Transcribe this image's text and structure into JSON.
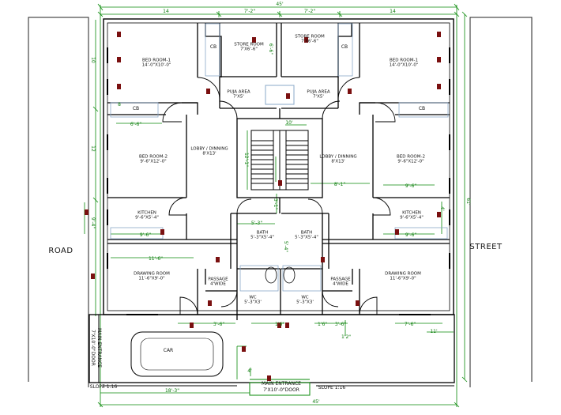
{
  "rooms": {
    "bed1_left": {
      "name": "BED ROOM-1",
      "size": "14'-0\"X10'-0\""
    },
    "bed1_right": {
      "name": "BED ROOM-1",
      "size": "14'-0\"X10'-0\""
    },
    "store_left": {
      "name": "STORE ROOM",
      "size": "7'X6'-6\""
    },
    "store_right": {
      "name": "STORE ROOM",
      "size": "7'X6'-6\""
    },
    "puja_left": {
      "name": "PUJA AREA",
      "size": "7'X5'"
    },
    "puja_right": {
      "name": "PUJA AREA",
      "size": "7'X5'"
    },
    "lobby_left": {
      "name": "LOBBY / DINNING",
      "size": "8'X13'"
    },
    "lobby_right": {
      "name": "LOBBY / DINNING",
      "size": "8'X13'"
    },
    "bed2_left": {
      "name": "BED ROOM-2",
      "size": "9'-6\"X12'-0\""
    },
    "bed2_right": {
      "name": "BED ROOM-2",
      "size": "9'-6\"X12'-0\""
    },
    "kitchen_left": {
      "name": "KITCHEN",
      "size": "9'-6\"X5'-4\""
    },
    "kitchen_right": {
      "name": "KITCHEN",
      "size": "9'-6\"X5'-4\""
    },
    "bath_left": {
      "name": "BATH",
      "size": "5'-3\"X5'-4\""
    },
    "bath_right": {
      "name": "BATH",
      "size": "5'-3\"X5'-4\""
    },
    "drawing_left": {
      "name": "DRAWING ROOM",
      "size": "11'-6\"X9'-0\""
    },
    "drawing_right": {
      "name": "DRAWING ROOM",
      "size": "11'-6\"X9'-0\""
    },
    "passage_left": {
      "name": "PASSAGE",
      "size": "4'WIDE"
    },
    "passage_right": {
      "name": "PASSAGE",
      "size": "4'WIDE"
    },
    "wc_left": {
      "name": "WC",
      "size": "5'-3\"X3'"
    },
    "wc_right": {
      "name": "WC",
      "size": "5'-3\"X3'"
    }
  },
  "labels": {
    "cb": "CB",
    "car": "CAR",
    "road": "ROAD",
    "street": "STREET",
    "main_entrance": "MAIN ENTRANCE",
    "main_entrance_door": "7'X10'-0\"DOOR",
    "side_entrance": "MAIN ENTRANCE",
    "side_entrance_door": "7'X10'-0\"DOOR",
    "slope_left": "SLOPE 1:16",
    "slope_right": "SLOPE 1:16"
  },
  "dims": {
    "top_total": "45'",
    "bottom_total": "45'",
    "top_14_left": "14",
    "top_7_left": "7'-2\"",
    "top_7_right": "7'-2\"",
    "top_14_right": "14",
    "right_total": "61'",
    "left_10": "10",
    "left_8": "8",
    "left_12": "12",
    "left_9": "9'-4\"",
    "store_h": "6'-6\"",
    "stair_h": "12'-1\"",
    "stair_w": "10'",
    "bed2_w": "6'-6\"",
    "lobby_r": "8'-1\"",
    "bed2r_w": "9'-6\"",
    "kitchen_w": "9'-6\"",
    "bath_w": "5'-3\"",
    "stair_gap": "3'-1\"",
    "drawing_w": "11'-6\"",
    "bot_36l": "3'-6\"",
    "bot_15l": "1'6\"",
    "bot_15r": "1'6\"",
    "bot_36r": "3'-6\"",
    "bot_76": "7'-6\"",
    "bot_11": "11'",
    "bot_12": "1'2\"",
    "bot_183": "18'-3\"",
    "bot_4": "4'",
    "bath_h": "5'-4\"",
    "left_4": "4'"
  },
  "colors": {
    "wall": "#000000",
    "dimension": "#0a8a0a",
    "door_marker": "#7a1010",
    "cb_box": "#8aa8c8"
  }
}
